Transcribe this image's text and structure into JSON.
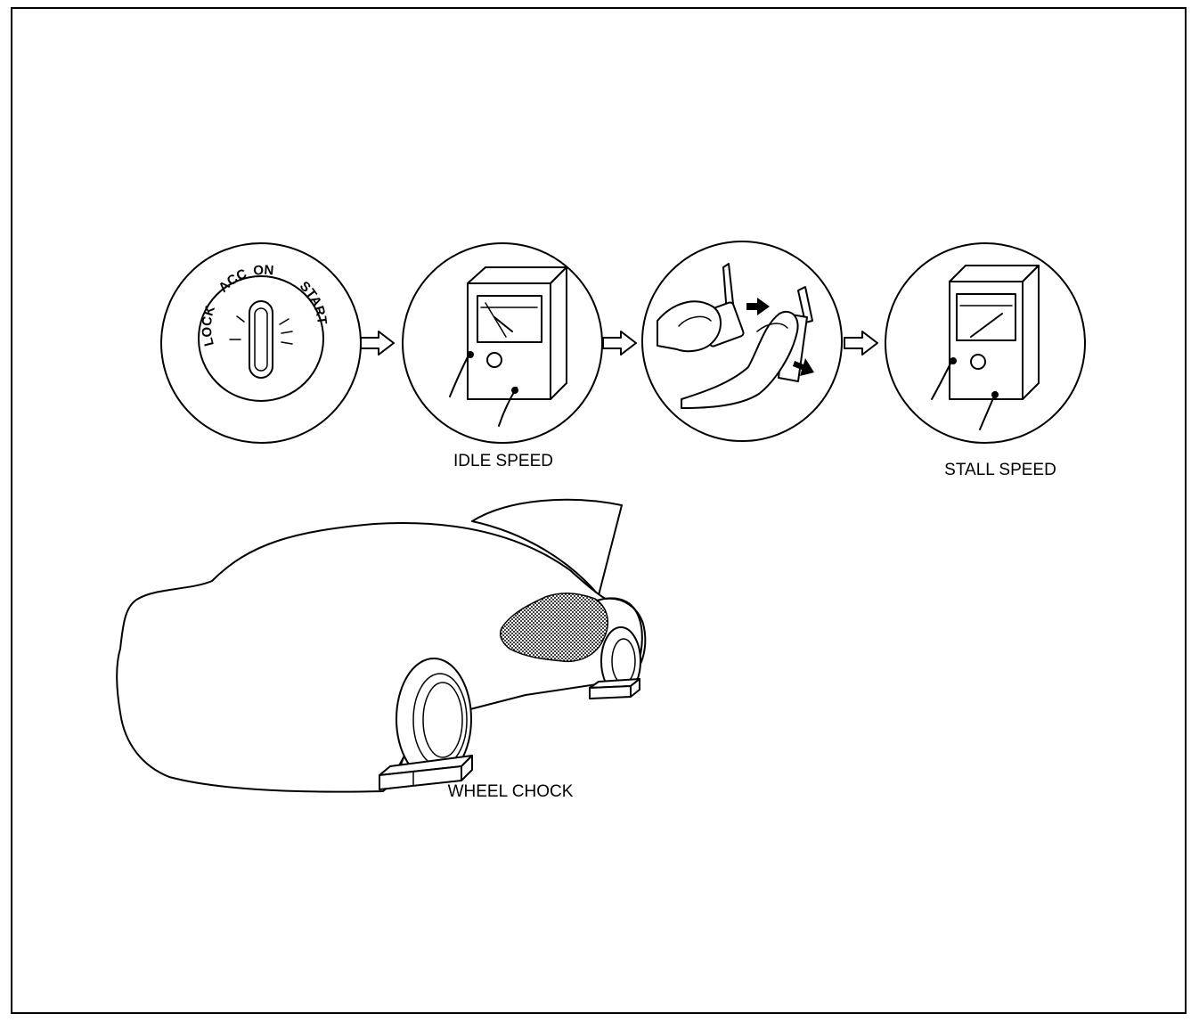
{
  "labels": {
    "idle": "IDLE SPEED",
    "stall": "STALL SPEED",
    "wheel_chock": "WHEEL CHOCK"
  },
  "ignition": {
    "lock": "LOCK",
    "acc": "ACC",
    "on": "ON",
    "start": "START"
  },
  "icons": [
    "ignition-switch-icon",
    "tachometer-icon",
    "pedals-icon",
    "car-icon",
    "wheel-chock-icon",
    "arrow-right-icon"
  ]
}
